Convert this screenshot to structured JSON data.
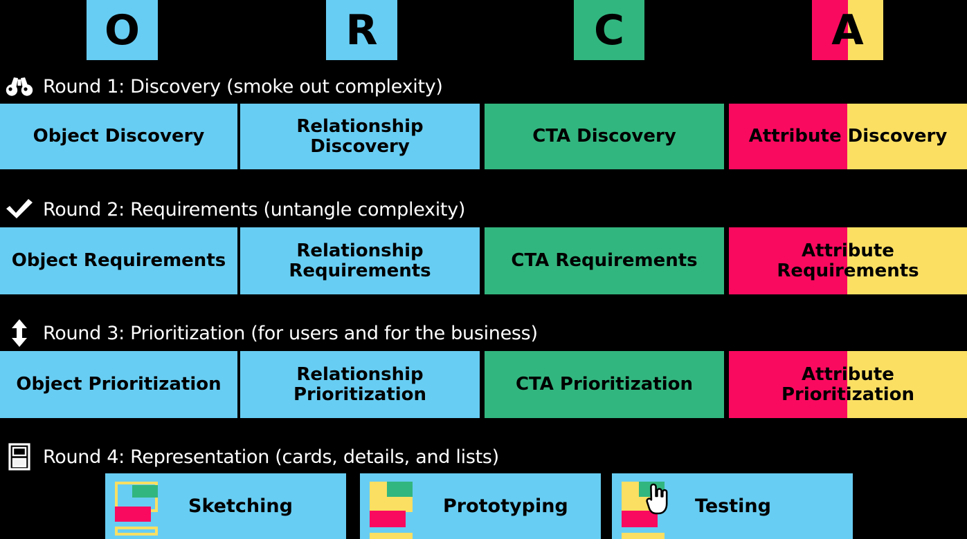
{
  "palette": {
    "background": "#000000",
    "blue": "#68cdf2",
    "green": "#32b67f",
    "pink": "#fa0a5f",
    "yellow": "#fadf63",
    "text_dark": "#000000",
    "text_light": "#ffffff"
  },
  "header": {
    "letters": [
      {
        "glyph": "O",
        "colors": [
          "#68cdf2"
        ],
        "icon": "letter-tile-o"
      },
      {
        "glyph": "R",
        "colors": [
          "#68cdf2"
        ],
        "icon": "letter-tile-r"
      },
      {
        "glyph": "C",
        "colors": [
          "#32b67f"
        ],
        "icon": "letter-tile-c"
      },
      {
        "glyph": "A",
        "colors": [
          "#fa0a5f",
          "#fadf63"
        ],
        "icon": "letter-tile-a"
      }
    ]
  },
  "rounds": [
    {
      "icon": "binoculars-icon",
      "heading": "Round 1: Discovery (smoke out complexity)",
      "bars": [
        {
          "label": "Object Discovery",
          "colors": [
            "#68cdf2"
          ]
        },
        {
          "label": "Relationship Discovery",
          "colors": [
            "#68cdf2"
          ]
        },
        {
          "label": "CTA Discovery",
          "colors": [
            "#32b67f"
          ]
        },
        {
          "label": "Attribute Discovery",
          "colors": [
            "#fa0a5f",
            "#fadf63"
          ]
        }
      ]
    },
    {
      "icon": "checkmark-icon",
      "heading": "Round 2: Requirements (untangle complexity)",
      "bars": [
        {
          "label": "Object Requirements",
          "colors": [
            "#68cdf2"
          ]
        },
        {
          "label": "Relationship\nRequirements",
          "colors": [
            "#68cdf2"
          ]
        },
        {
          "label": "CTA Requirements",
          "colors": [
            "#32b67f"
          ]
        },
        {
          "label": "Attribute\nRequirements",
          "colors": [
            "#fa0a5f",
            "#fadf63"
          ]
        }
      ]
    },
    {
      "icon": "up-down-arrow-icon",
      "heading": "Round 3: Prioritization (for users and for the business)",
      "bars": [
        {
          "label": "Object Prioritization",
          "colors": [
            "#68cdf2"
          ]
        },
        {
          "label": "Relationship\nPrioritization",
          "colors": [
            "#68cdf2"
          ]
        },
        {
          "label": "CTA Prioritization",
          "colors": [
            "#32b67f"
          ]
        },
        {
          "label": "Attribute\nPrioritization",
          "colors": [
            "#fa0a5f",
            "#fadf63"
          ]
        }
      ]
    },
    {
      "icon": "card-layout-icon",
      "heading": "Round 4: Representation (cards, details, and lists)",
      "cards": [
        {
          "label": "Sketching",
          "thumb": "wireframe-outline-thumb"
        },
        {
          "label": "Prototyping",
          "thumb": "wireframe-filled-thumb"
        },
        {
          "label": "Testing",
          "thumb": "wireframe-filled-thumb"
        }
      ]
    }
  ],
  "cursor": {
    "icon": "hand-pointer-cursor"
  }
}
